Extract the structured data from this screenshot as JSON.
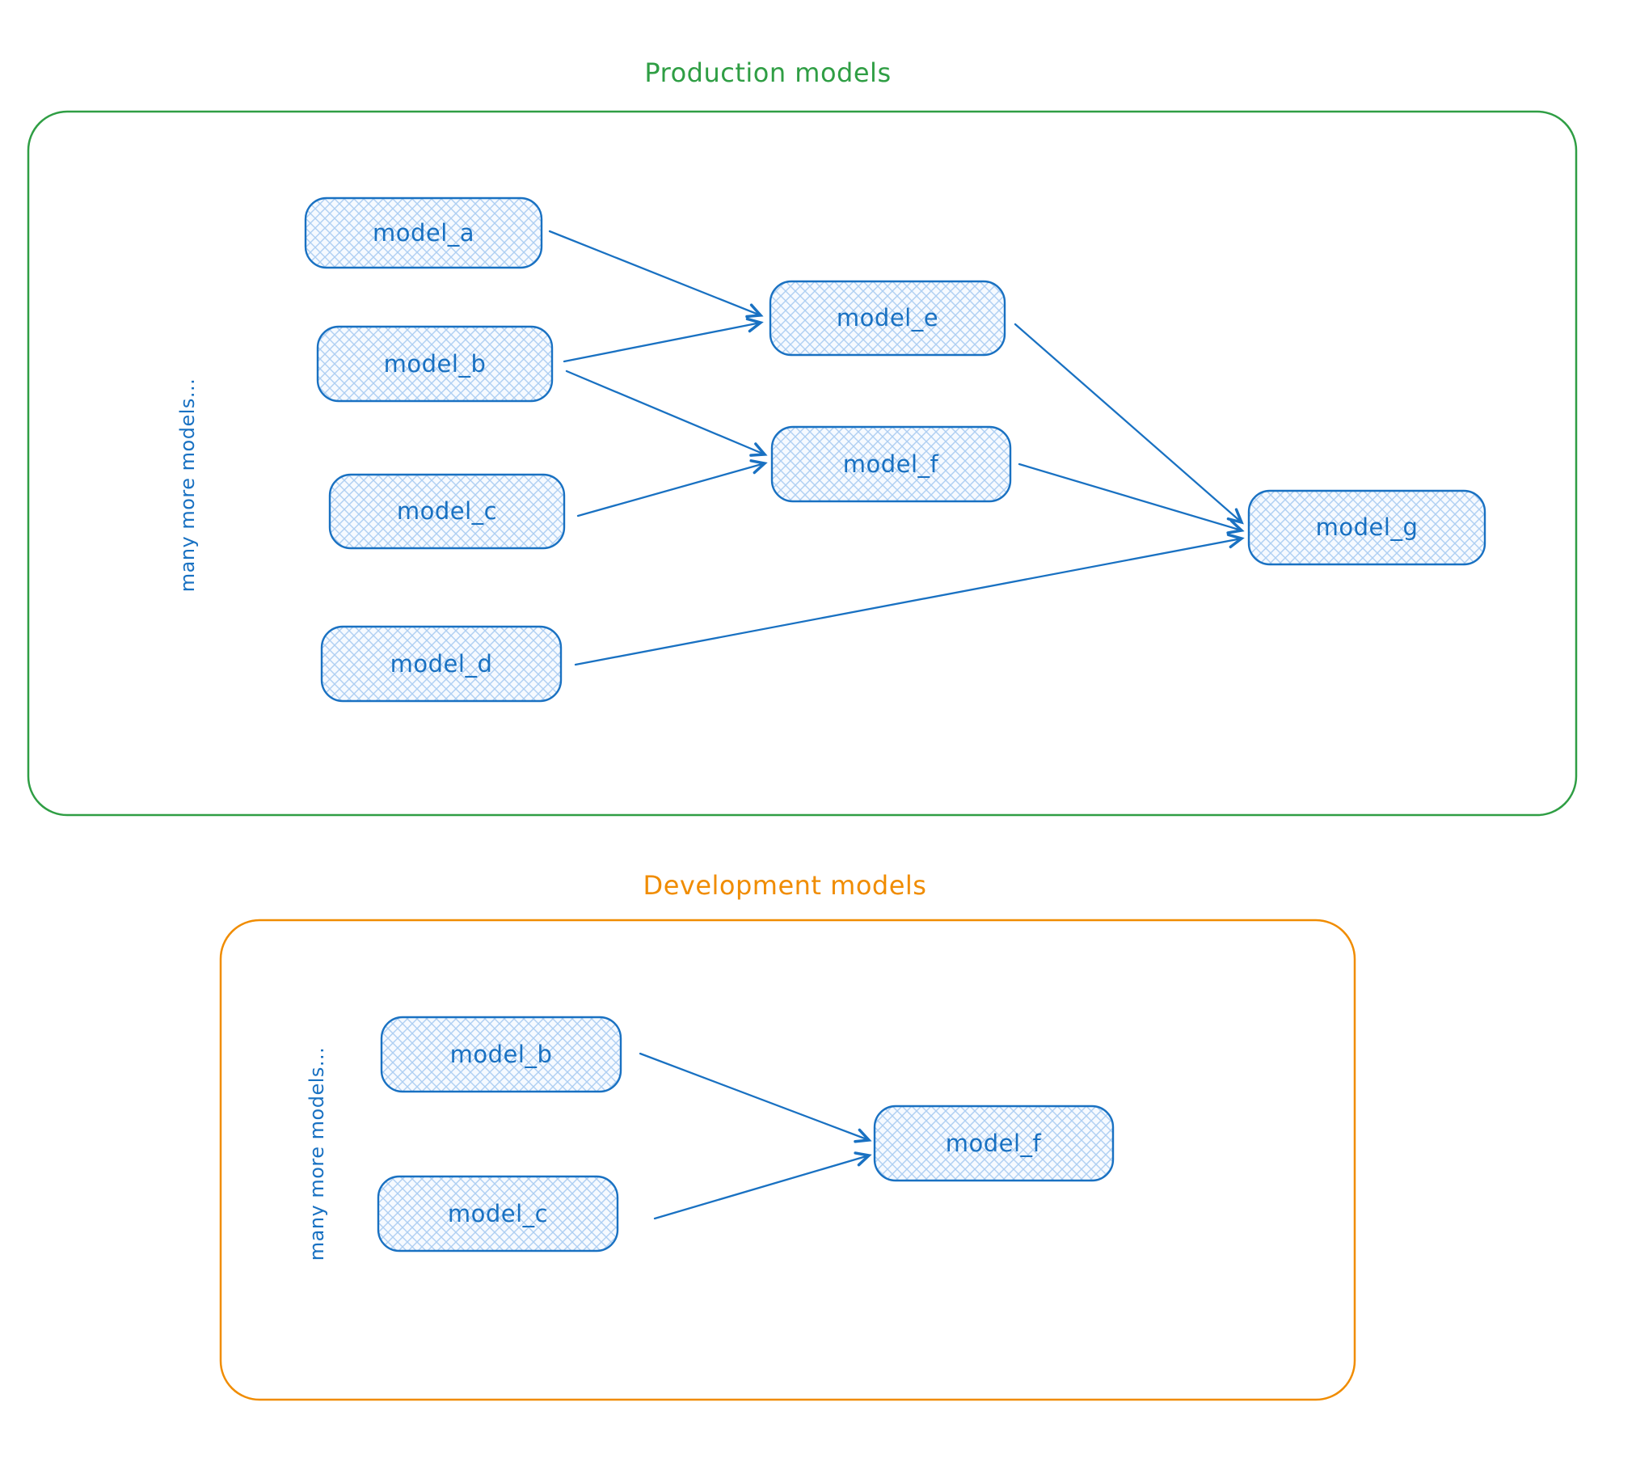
{
  "colors": {
    "production_accent": "#2f9e44",
    "development_accent": "#f08c00",
    "node_stroke": "#1971c2",
    "node_fill_hatch": "#aecff2",
    "background": "#ffffff"
  },
  "sections": {
    "production": {
      "title": "Production models",
      "side_label": "many more models...",
      "nodes": {
        "a": "model_a",
        "b": "model_b",
        "c": "model_c",
        "d": "model_d",
        "e": "model_e",
        "f": "model_f",
        "g": "model_g"
      },
      "edges": [
        {
          "from": "model_a",
          "to": "model_e"
        },
        {
          "from": "model_b",
          "to": "model_e"
        },
        {
          "from": "model_b",
          "to": "model_f"
        },
        {
          "from": "model_c",
          "to": "model_f"
        },
        {
          "from": "model_e",
          "to": "model_g"
        },
        {
          "from": "model_f",
          "to": "model_g"
        },
        {
          "from": "model_d",
          "to": "model_g"
        }
      ]
    },
    "development": {
      "title": "Development models",
      "side_label": "many more models...",
      "nodes": {
        "b": "model_b",
        "c": "model_c",
        "f": "model_f"
      },
      "edges": [
        {
          "from": "model_b",
          "to": "model_f"
        },
        {
          "from": "model_c",
          "to": "model_f"
        }
      ]
    }
  }
}
